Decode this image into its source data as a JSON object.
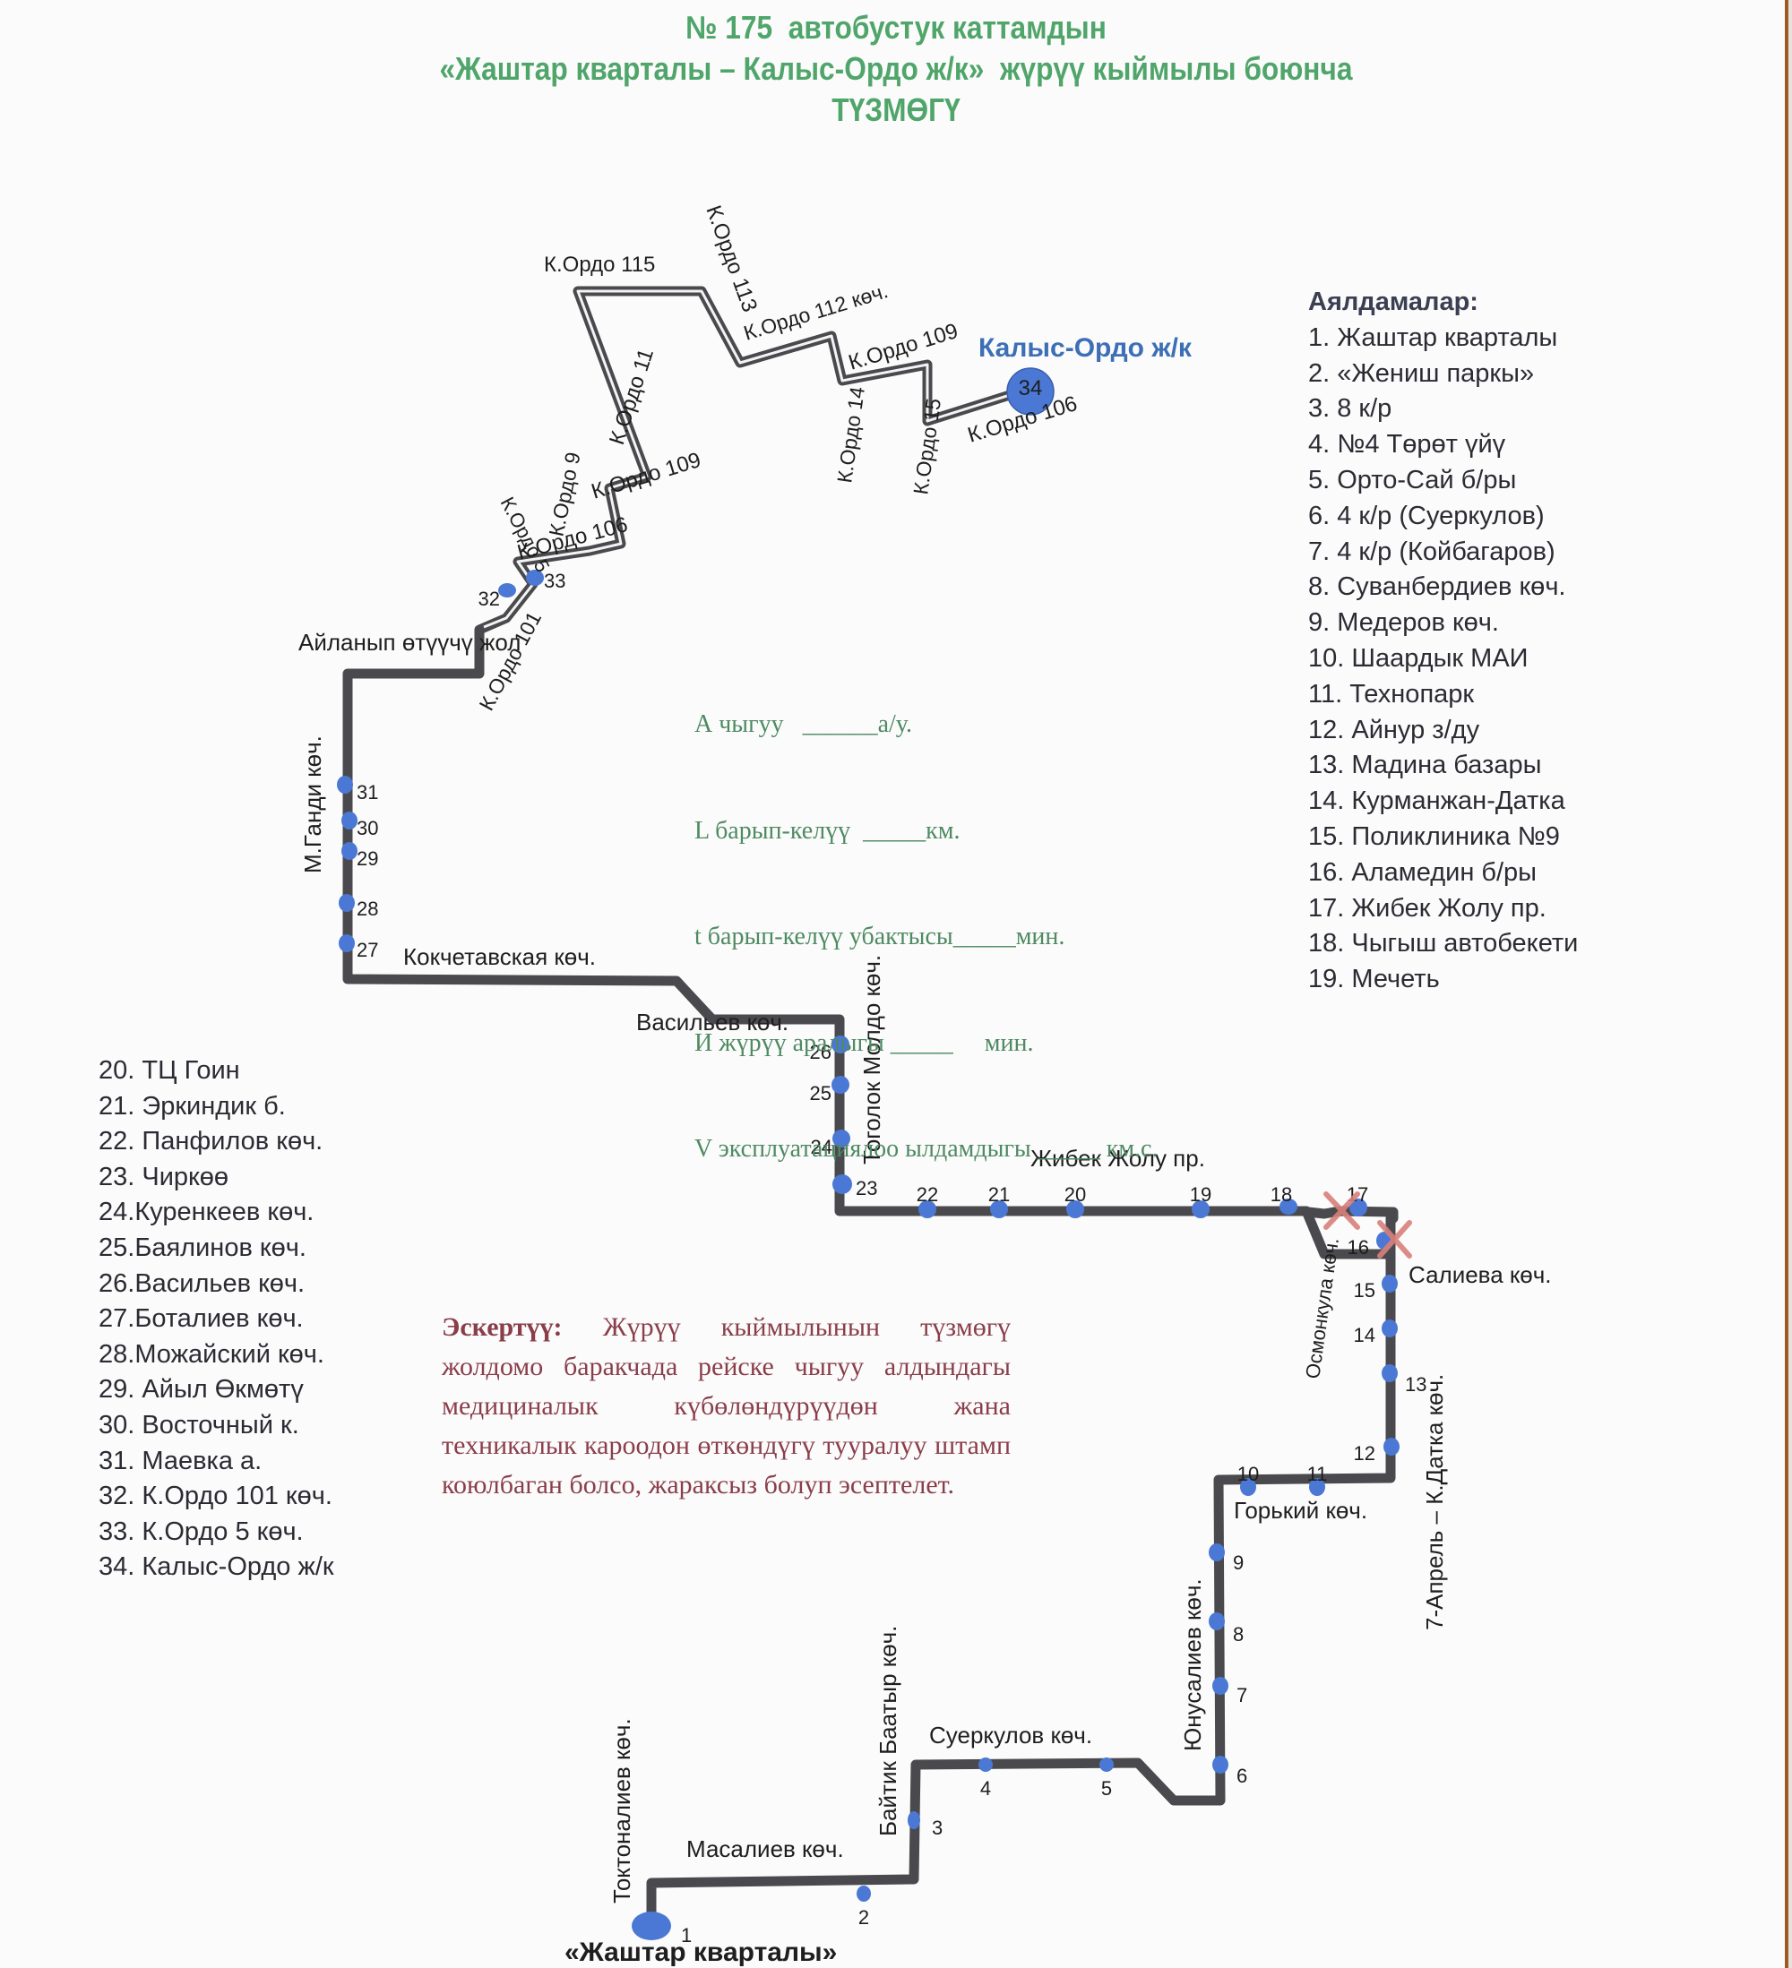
{
  "title": {
    "line1": "№ 175  автобустук каттамдын",
    "line2": "«Жаштар кварталы – Калыс-Ордо ж/к»  жүрүү кыймылы боюнча",
    "line3": "ТҮЗМӨГҮ"
  },
  "colors": {
    "title": "#4fa56a",
    "route_line": "#4a4a4e",
    "stop_marker": "#4a78d4",
    "terminal_label": "#3c6fb5",
    "params_text": "#4e8a62",
    "note_text": "#8a3e4a",
    "closed_marker": "#d9807a"
  },
  "stops_header": "Аялдамалар:",
  "stops": [
    "1. Жаштар кварталы",
    "2. «Жениш паркы»",
    "3. 8 к/р",
    "4. №4 Төрөт үйү",
    "5. Орто-Сай б/ры",
    "6. 4 к/р (Суеркулов)",
    "7. 4 к/р (Койбагаров)",
    "8. Суванбердиев көч.",
    "9. Медеров  көч.",
    "10. Шаардык МАИ",
    "11. Технопарк",
    "12. Айнур з/ду",
    "13. Мадина базары",
    "14. Курманжан-Датка",
    "15. Поликлиника №9",
    "16. Аламедин б/ры",
    "17. Жибек Жолу пр.",
    "18. Чыгыш автобекети",
    "19. Мечеть",
    "20. ТЦ Гоин",
    "21. Эркиндик б.",
    "22. Панфилов көч.",
    "23. Чиркөө",
    "24.Куренкеев көч.",
    "25.Баялинов көч.",
    "26.Васильев көч.",
    "27.Боталиев көч.",
    "28.Можайский көч.",
    "29. Айыл Өкмөтү",
    "30. Восточный к.",
    "31. Маевка а.",
    "32. К.Ордо 101 көч.",
    "33. К.Ордо 5 көч.",
    "34. Калыс-Ордо ж/к"
  ],
  "params": [
    "А чыгуу   ______а/у.",
    "L барып-келүү  _____км.",
    "t барып-келүү убактысы_____мин.",
    "И жүрүү аралыгы _____     мин.",
    "V эксплуатациялоо ылдамдыгы _____ км.с."
  ],
  "note": {
    "label": "Эскертүү:",
    "text": "Жүрүү кыймылынын түзмөгү жолдомо баракчада рейске чыгуу алдындагы медициналык күбөлөндүрүүдөн жана техникалык кароодон өткөндүгү тууралуу штамп коюлбаган болсо, жараксыз болуп эсептелет."
  },
  "map": {
    "terminal_end": "Калыс-Ордо ж/к",
    "terminal_start": "«Жаштар кварталы»",
    "streets": {
      "tokhtonaliev": "Токтоналиев көч.",
      "masaliev": "Масалиев көч.",
      "baitik": "Байтик Баатыр көч.",
      "suerkulov": "Суеркулов көч.",
      "yunusaliev": "Юнусалиев көч.",
      "gorky": "Горький көч.",
      "aprel_datka": "7-Апрель – К.Датка көч.",
      "salieva": "Салиева көч.",
      "osmonkula": "Осмонкула көч.",
      "zhibek_zholu": "Жибек Жолу пр.",
      "togolok_moldo": "Тоголок Молдо  көч.",
      "vasiliev": "Васильев көч.",
      "kokchetav": "Кокчетавская көч.",
      "gandi": "М.Ганди көч.",
      "ailanyp": "Айланып өтүүчү жол",
      "kordo101": "К.Ордо 101",
      "kordo5": "К.Ордо 5",
      "kordo106a": "К.Ордо 106",
      "kordo9": "К.Ордо 9",
      "kordo109a": "К.Ордо 109",
      "kordo11": "К.Ордо 11",
      "kordo115": "К.Ордо 115",
      "kordo113": "К.Ордо 113",
      "kordo112": "К.Ордо 112 көч.",
      "kordo14": "К.Ордо 14",
      "kordo109b": "К.Ордо 109",
      "kordo15": "К.Ордо 15",
      "kordo106b": "К.Ордо 106"
    },
    "stop_numbers": [
      "1",
      "2",
      "3",
      "4",
      "5",
      "6",
      "7",
      "8",
      "9",
      "10",
      "11",
      "12",
      "13",
      "14",
      "15",
      "16",
      "17",
      "18",
      "19",
      "20",
      "21",
      "22",
      "23",
      "24",
      "25",
      "26",
      "27",
      "28",
      "29",
      "30",
      "31",
      "32",
      "33",
      "34"
    ],
    "closed_stops": [
      "16",
      "17"
    ]
  }
}
